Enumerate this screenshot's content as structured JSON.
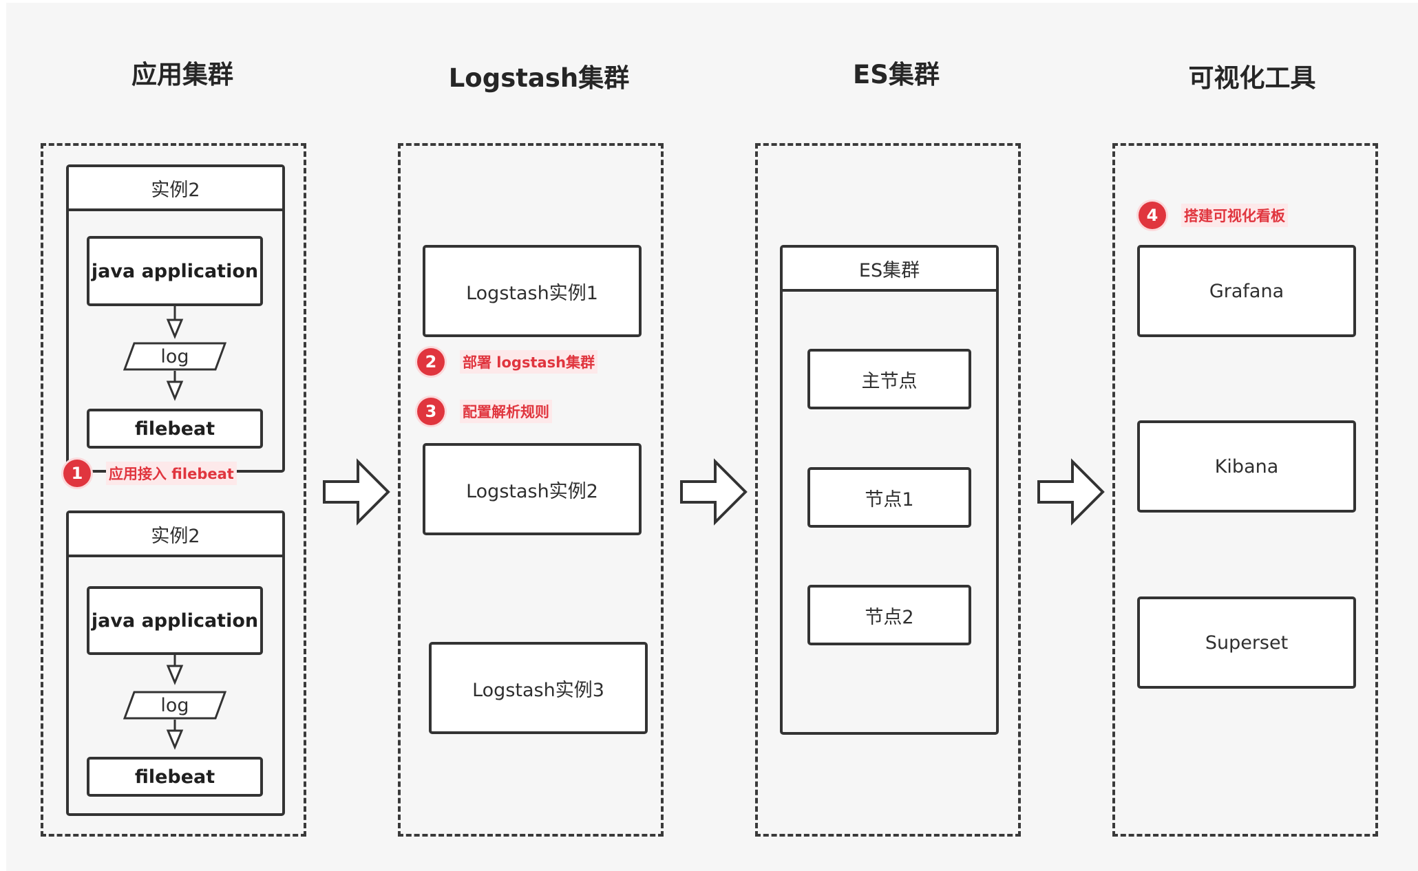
{
  "columns": [
    {
      "title": "应用集群"
    },
    {
      "title": "Logstash集群"
    },
    {
      "title": "ES集群"
    },
    {
      "title": "可视化工具"
    }
  ],
  "app_cluster": {
    "instances": [
      {
        "title": "实例2",
        "app": "java application",
        "log": "log",
        "agent": "filebeat"
      },
      {
        "title": "实例2",
        "app": "java application",
        "log": "log",
        "agent": "filebeat"
      }
    ]
  },
  "logstash_cluster": {
    "instances": [
      "Logstash实例1",
      "Logstash实例2",
      "Logstash实例3"
    ]
  },
  "es_cluster": {
    "title": "ES集群",
    "nodes": [
      "主节点",
      "节点1",
      "节点2"
    ]
  },
  "viz_tools": {
    "tools": [
      "Grafana",
      "Kibana",
      "Superset"
    ]
  },
  "steps": [
    {
      "num": "1",
      "label": "应用接入 filebeat"
    },
    {
      "num": "2",
      "label": "部署 logstash集群"
    },
    {
      "num": "3",
      "label": "配置解析规则"
    },
    {
      "num": "4",
      "label": "搭建可视化看板"
    }
  ],
  "colors": {
    "accent": "#e0353e",
    "accent_bg": "#fde9ea",
    "stroke": "#333333",
    "canvas": "#f6f6f6"
  }
}
